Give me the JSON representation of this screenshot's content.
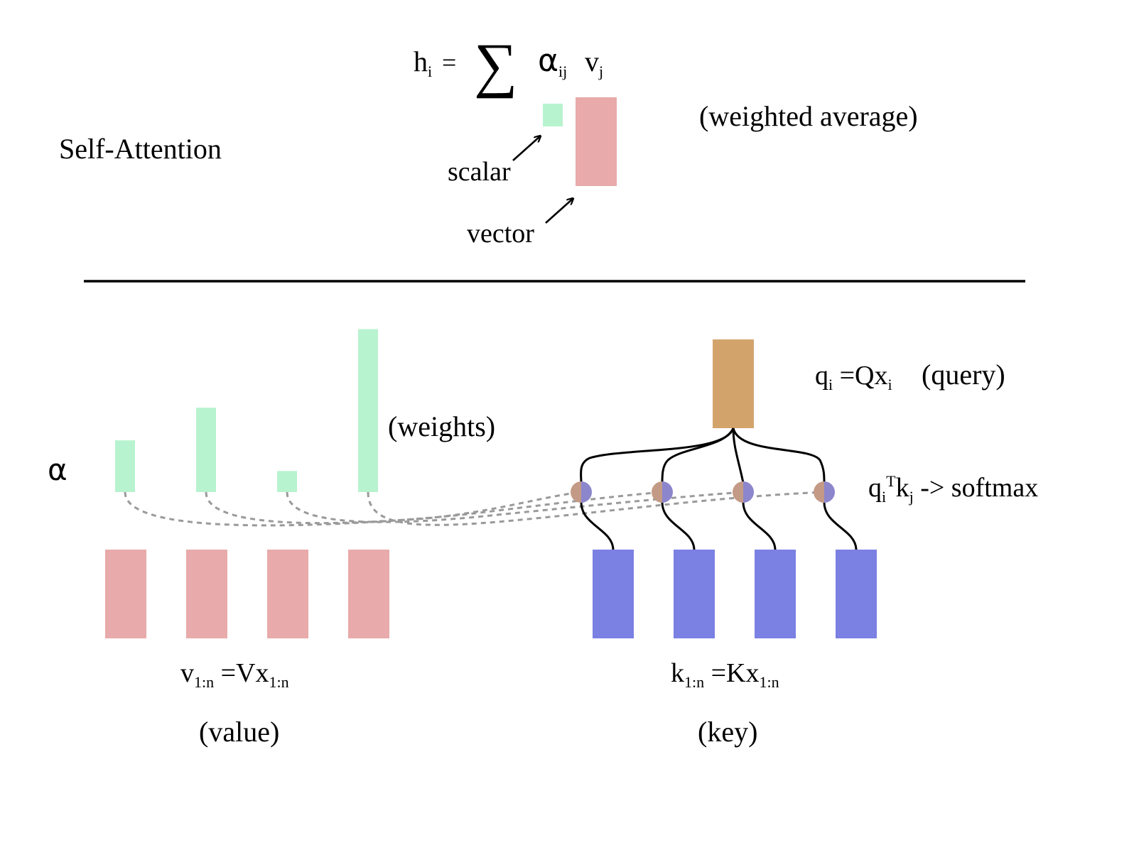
{
  "title": "Self-Attention",
  "formula": {
    "h": "h",
    "h_sub": "i",
    "equals": "=",
    "sum": "∑",
    "alpha": "α",
    "alpha_sub": "ij",
    "v": "v",
    "v_sub": "j"
  },
  "labels": {
    "scalar": "scalar",
    "vector": "vector",
    "weighted_average": "(weighted average)",
    "weights": "(weights)",
    "alpha_axis": "α",
    "value_caption": "(value)",
    "key_caption": "(key)",
    "query_caption": "(query)"
  },
  "equations": {
    "value": {
      "v": "v",
      "v_sub": "1:n",
      "eq": " =Vx",
      "x_sub": "1:n"
    },
    "key": {
      "k": "k",
      "k_sub": "1:n",
      "eq": " =Kx",
      "x_sub": "1:n"
    },
    "query": {
      "q": "q",
      "q_sub": "i",
      "eq": " =Qx",
      "x_sub": "i"
    },
    "score": {
      "q": "q",
      "q_sub": "i",
      "sup": "T",
      "k": "k",
      "k_sub": "j",
      "rest": " -> softmax"
    }
  },
  "weights": [
    0.27,
    0.44,
    0.11,
    0.85
  ],
  "colors": {
    "value": "#e8aaaa",
    "weight": "#b8f3cf",
    "key": "#7b80e3",
    "query": "#d2a46c",
    "node_left": "#c39a86",
    "node_right": "#8c86cc",
    "dashed": "#9a9a9a",
    "line": "#000000"
  }
}
